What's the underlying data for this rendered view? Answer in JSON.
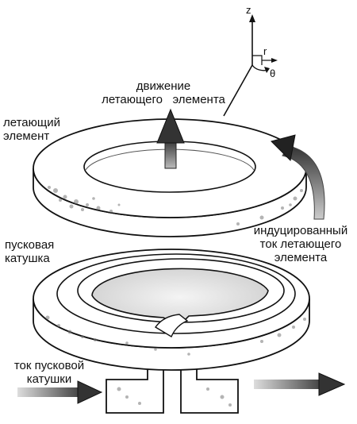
{
  "labels": {
    "motion_line1": "движение",
    "motion_line2": "летающего   элемента",
    "flying_line1": "летающий",
    "flying_line2": "элемент",
    "induced_line1": "индуцированный",
    "induced_line2": "ток летающего",
    "induced_line3": "элемента",
    "launch_coil_line1": "пусковая",
    "launch_coil_line2": "катушка",
    "coil_current_line1": "ток пусковой",
    "coil_current_line2": "катушки"
  },
  "axes": {
    "z": "z",
    "r": "r",
    "theta": "θ"
  },
  "colors": {
    "ink": "#111111",
    "shade": "#8a8a8a",
    "light_shade": "#cfcfcf"
  }
}
